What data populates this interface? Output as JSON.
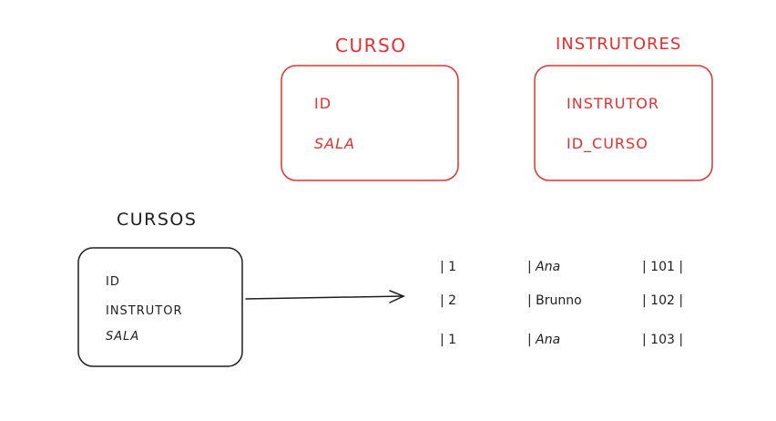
{
  "entities": {
    "curso": {
      "title": "CURSO",
      "fields": [
        "ID",
        "SALA"
      ]
    },
    "instrutores": {
      "title": "INSTRUTORES",
      "fields": [
        "INSTRUTOR",
        "ID_CURSO"
      ]
    },
    "cursos": {
      "title": "CURSOS",
      "fields": [
        "ID",
        "INSTRUTOR",
        "SALA"
      ]
    }
  },
  "rows": [
    [
      "| 1",
      "| Ana",
      "| 101 |"
    ],
    [
      "| 2",
      "| Brunno",
      "| 102 |"
    ],
    [
      "| 1",
      "| Ana",
      "| 103 |"
    ]
  ],
  "colors": {
    "accent": "#e03131",
    "ink": "#1e1e1e"
  }
}
